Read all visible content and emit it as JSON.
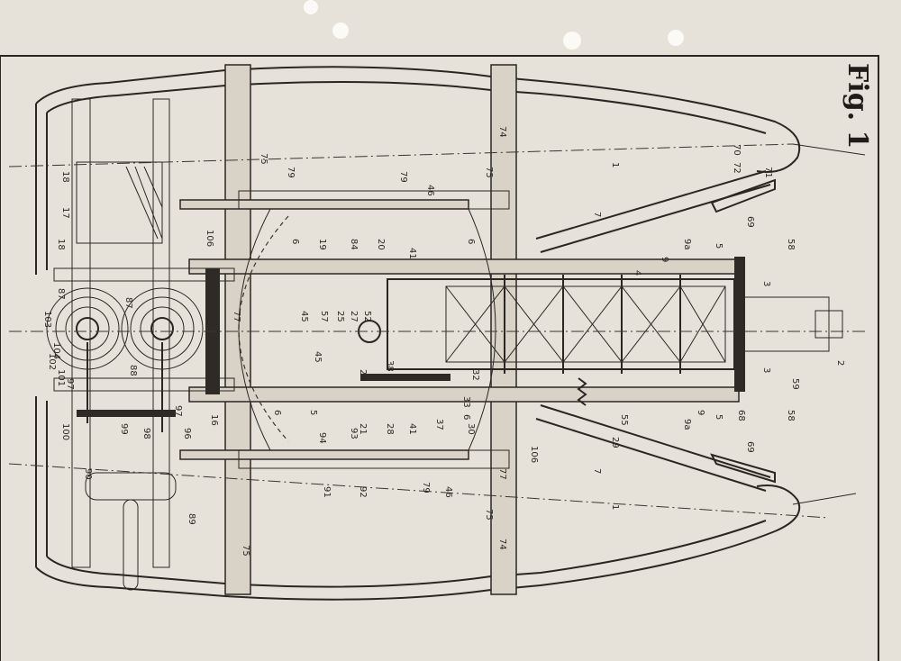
{
  "figure_title": "Fig. 1",
  "colors": {
    "paper": "#e7e2d9",
    "ink": "#2a2622"
  },
  "labels": [
    "75",
    "75",
    "75",
    "75",
    "79",
    "79",
    "79",
    "46",
    "46",
    "1",
    "1",
    "7",
    "7",
    "5",
    "5",
    "5",
    "4",
    "3",
    "3",
    "2",
    "58",
    "58",
    "59",
    "68",
    "69",
    "69",
    "70",
    "71",
    "72",
    "74",
    "74",
    "77",
    "77",
    "106",
    "106",
    "16",
    "18",
    "18",
    "17",
    "87",
    "87",
    "88",
    "89",
    "90",
    "91",
    "92",
    "93",
    "94",
    "28",
    "21",
    "30",
    "37",
    "33",
    "32",
    "38",
    "26",
    "20",
    "84",
    "41",
    "41",
    "19",
    "6",
    "6",
    "6",
    "6",
    "45",
    "45",
    "57",
    "25",
    "27",
    "52",
    "55",
    "29",
    "9",
    "9",
    "9a",
    "9a",
    "103",
    "104",
    "102",
    "101",
    "97",
    "97",
    "100",
    "99",
    "98",
    "96"
  ]
}
